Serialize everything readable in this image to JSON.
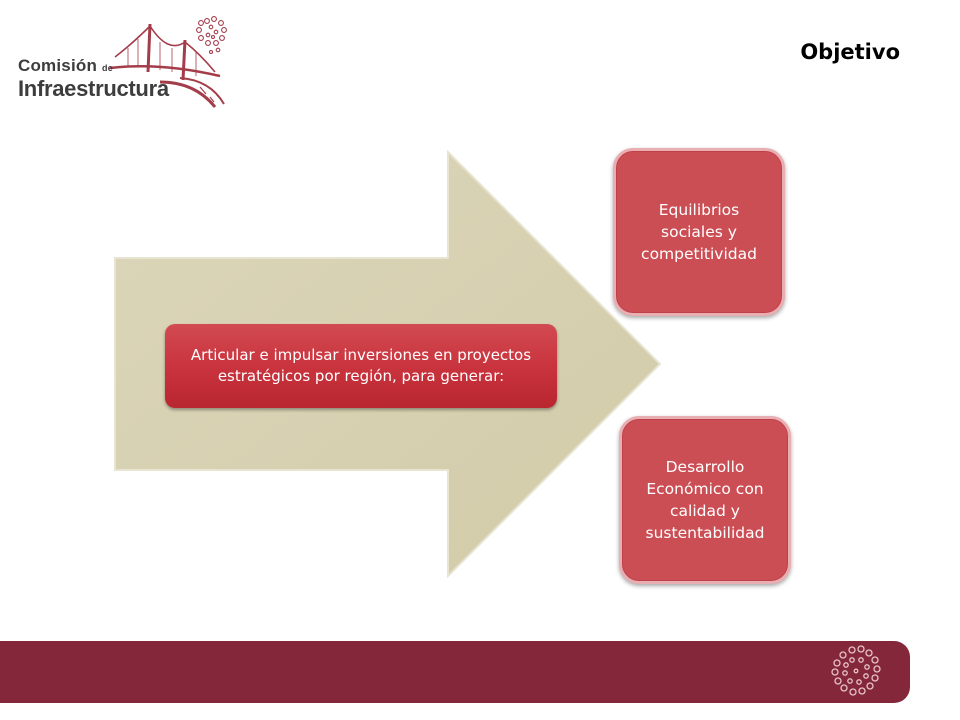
{
  "logo": {
    "line1": "Comisión",
    "line1_small": "de",
    "line2": "Infraestructura"
  },
  "title": "Objetivo",
  "diagram": {
    "center_text": "Articular e impulsar inversiones en proyectos estratégicos por región, para generar:",
    "outcomes": [
      "Equilibrios sociales y competitividad",
      "Desarrollo Económico con calidad y sustentabilidad"
    ]
  },
  "colors": {
    "brand_maroon": "#84273a",
    "box_red": "#cc4e55",
    "arrow_fill": "#d9d3b5",
    "logo_text": "#3d3d3d"
  }
}
